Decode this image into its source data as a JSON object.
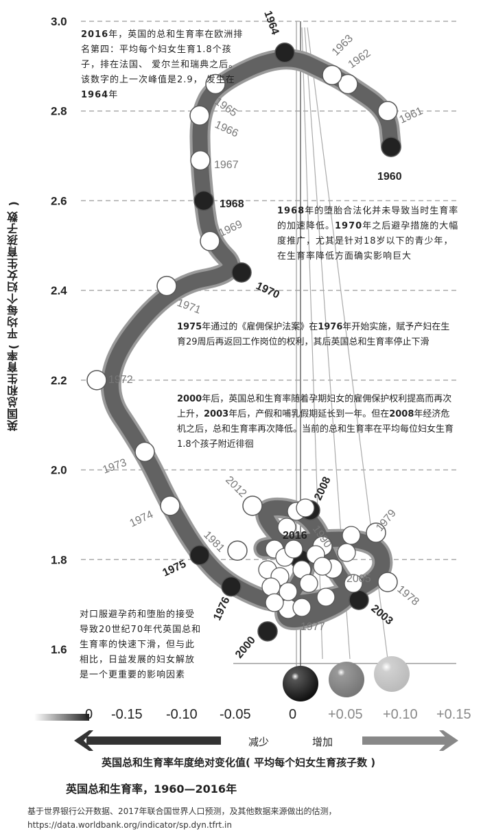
{
  "chart_data": {
    "type": "scatter",
    "title": "英国总和生育率，1960—2016年",
    "ylabel": "英国总和生育率( 平均每个妇女生育孩子数 )",
    "xlabel": "英国总和生育率年度绝对变化值( 平均每个妇女生育孩子数 )",
    "ylim": [
      1.55,
      3.0
    ],
    "yticks": [
      "3.0",
      "2.8",
      "2.6",
      "2.4",
      "2.2",
      "2.0",
      "1.8",
      "1.6"
    ],
    "grid": true,
    "points": [
      {
        "year": 1960,
        "tfr": 2.72,
        "change_class": "decrease",
        "label": "1960"
      },
      {
        "year": 1961,
        "tfr": 2.8,
        "change_class": "increase",
        "label": "1961"
      },
      {
        "year": 1962,
        "tfr": 2.86,
        "change_class": "increase",
        "label": "1962"
      },
      {
        "year": 1963,
        "tfr": 2.88,
        "change_class": "increase",
        "label": "1963"
      },
      {
        "year": 1964,
        "tfr": 2.93,
        "change_class": "decrease",
        "label": "1964"
      },
      {
        "year": 1965,
        "tfr": 2.86,
        "change_class": "increase",
        "label": "1965"
      },
      {
        "year": 1966,
        "tfr": 2.79,
        "change_class": "increase",
        "label": "1966"
      },
      {
        "year": 1967,
        "tfr": 2.69,
        "change_class": "increase",
        "label": "1967"
      },
      {
        "year": 1968,
        "tfr": 2.6,
        "change_class": "decrease",
        "label": "1968"
      },
      {
        "year": 1969,
        "tfr": 2.51,
        "change_class": "increase",
        "label": "1969"
      },
      {
        "year": 1970,
        "tfr": 2.44,
        "change_class": "decrease",
        "label": "1970"
      },
      {
        "year": 1971,
        "tfr": 2.41,
        "change_class": "increase",
        "label": "1971"
      },
      {
        "year": 1972,
        "tfr": 2.2,
        "change_class": "increase",
        "label": "1972"
      },
      {
        "year": 1973,
        "tfr": 2.04,
        "change_class": "increase",
        "label": "1973"
      },
      {
        "year": 1974,
        "tfr": 1.92,
        "change_class": "increase",
        "label": "1974"
      },
      {
        "year": 1975,
        "tfr": 1.81,
        "change_class": "decrease",
        "label": "1975"
      },
      {
        "year": 1976,
        "tfr": 1.74,
        "change_class": "decrease",
        "label": "1976"
      },
      {
        "year": 1977,
        "tfr": 1.69,
        "change_class": "increase",
        "label": "1977"
      },
      {
        "year": 1978,
        "tfr": 1.75,
        "change_class": "increase",
        "label": "1978"
      },
      {
        "year": 1979,
        "tfr": 1.86,
        "change_class": "increase",
        "label": "1979"
      },
      {
        "year": 1981,
        "tfr": 1.82,
        "change_class": "increase",
        "label": "1981"
      },
      {
        "year": 1990,
        "tfr": 1.83,
        "change_class": "increase",
        "label": "1990"
      },
      {
        "year": 2000,
        "tfr": 1.64,
        "change_class": "decrease",
        "label": "2000"
      },
      {
        "year": 2003,
        "tfr": 1.71,
        "change_class": "decrease",
        "label": "2003"
      },
      {
        "year": 2005,
        "tfr": 1.78,
        "change_class": "increase",
        "label": "2005"
      },
      {
        "year": 2008,
        "tfr": 1.91,
        "change_class": "decrease",
        "label": "2008"
      },
      {
        "year": 2012,
        "tfr": 1.92,
        "change_class": "increase",
        "label": "2012"
      },
      {
        "year": 2016,
        "tfr": 1.8,
        "change_class": "decrease",
        "label": "2016"
      }
    ],
    "legend": {
      "placement": "bottom",
      "scale_ticks": [
        "0",
        "-0.15",
        "-0.10",
        "-0.05",
        "0",
        "+0.05",
        "+0.10",
        "+0.15"
      ],
      "decrease_label": "减少",
      "increase_label": "增加",
      "sphere_colors": [
        "#222222",
        "#8a8a8a",
        "#c4c4c4"
      ],
      "sphere_values": [
        "0",
        "+0.05",
        "+0.10"
      ]
    }
  },
  "annotations": {
    "note_2016": [
      "2016",
      "年，英国的总和生育率在欧洲排名第四：平均每个妇女生育1.8个孩子，排在法国、 爱尔兰和瑞典之后。该数字的上一次峰值是2.9， 发生在",
      "1964",
      "年"
    ],
    "note_1968_a": "1968",
    "note_1968_b": "年的堕胎合法化并未导致当时生育率的加速降低。",
    "note_1968_c": "1970",
    "note_1968_d": "年之后避孕措施的大幅度推广，尤其是针对18岁以下的青少年，在生育率降低方面确实影响巨大",
    "note_1975_a": "1975",
    "note_1975_b": "年通过的《雇佣保护法案》在",
    "note_1975_c": "1976",
    "note_1975_d": "年开始实施，赋予产妇在生育29周后再返回工作岗位的权利，其后英国总和生育率停止下滑",
    "note_2000_a": "2000",
    "note_2000_b": "年后，英国总和生育率随着孕期妇女的雇佣保护权利提高而再次上升，",
    "note_2000_c": "2003",
    "note_2000_d": "年后，产假和哺乳假期延长到一年。但在",
    "note_2000_e": "2008",
    "note_2000_f": "年经济危机之后，总和生育率再次降低。当前的总和生育率在平均每位妇女生育1.8个孩子附近徘徊",
    "note_pill": "对口服避孕药和堕胎的接受导致20世纪70年代英国总和生育率的快速下滑，但与此相比，日益发展的妇女解放是一个更重要的影响因素"
  },
  "footer": {
    "source_line1": "基于世界银行公开数据、2017年联合国世界人口预测，及其他数据来源做出的估测，",
    "source_line2": "https://data.worldbank.org/indicator/sp.dyn.tfrt.in"
  },
  "colors": {
    "tube_dark": "#4a4a4a",
    "tube_light": "#9a9a9a",
    "marker_dark": "#222222",
    "marker_light": "#ffffff",
    "grid": "#aaaaaa"
  }
}
